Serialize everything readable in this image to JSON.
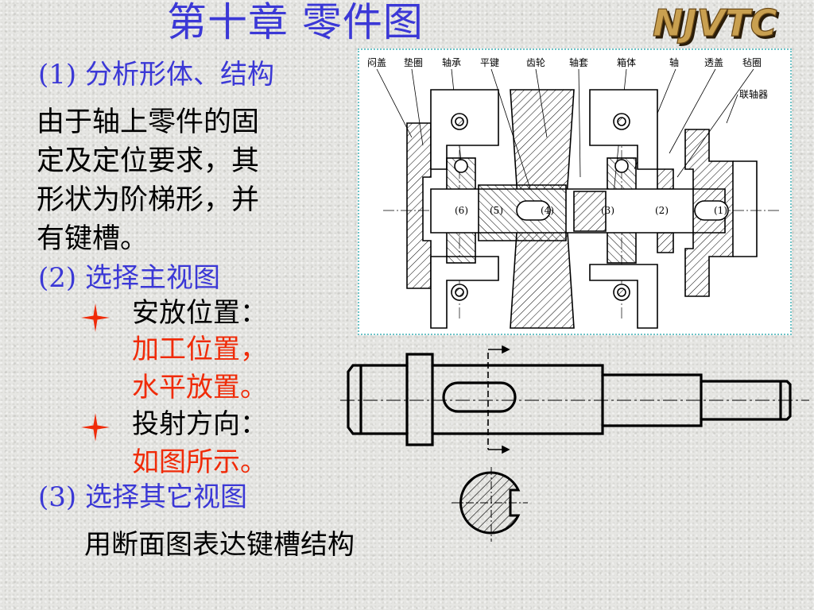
{
  "slide": {
    "title": "第十章  零件图",
    "logo_text": "NJVTC",
    "section1": {
      "heading": "(1) 分析形体、结构",
      "paragraph_lines": [
        "由于轴上零件的固",
        "定及定位要求，其",
        "形状为阶梯形，并",
        "有键槽。"
      ]
    },
    "section2": {
      "heading": "(2) 选择主视图",
      "bullet1_label": "安放位置：",
      "bullet1_value_line1": "加工位置，",
      "bullet1_value_line2": "水平放置。",
      "bullet2_label": "投射方向：",
      "bullet2_value": "如图所示。"
    },
    "section3": {
      "heading": "(3) 选择其它视图",
      "description": "用断面图表达键槽结构"
    },
    "assembly_labels": [
      "闷盖",
      "垫圈",
      "轴承",
      "平键",
      "齿轮",
      "轴套",
      "箱体",
      "轴",
      "透盖",
      "毡圈"
    ],
    "coupling_label": "联轴器",
    "segment_labels": [
      "(6)",
      "(5)",
      "(4)",
      "(3)",
      "(2)",
      "(1)"
    ]
  },
  "colors": {
    "title": "#3b38d6",
    "heading": "#3b38d6",
    "emphasis": "#f02b08",
    "body": "#000000",
    "frame_border": "#6fc4c8"
  },
  "icons": [
    "four-point-star-bullet-icon",
    "njvtc-logo-icon"
  ]
}
